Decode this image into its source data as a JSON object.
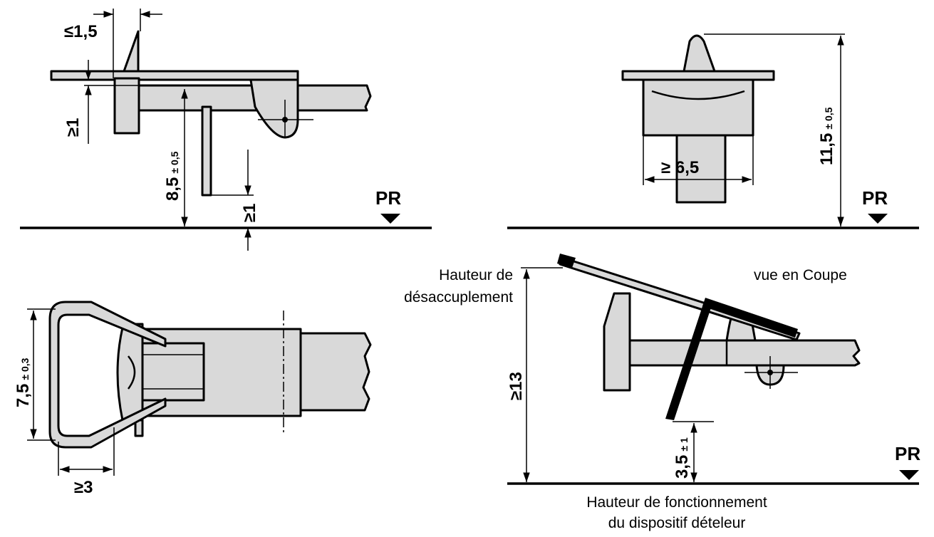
{
  "reference_symbol": "PR",
  "top_left": {
    "dim_top": "≤1,5",
    "dim_left": "≥1",
    "dim_height_main": "8,5",
    "dim_height_tol": "± 0,5",
    "dim_bottom": "≥1"
  },
  "top_right": {
    "dim_height_main": "11,5",
    "dim_height_tol": "± 0,5",
    "dim_width": "≥ 6,5"
  },
  "bottom_left": {
    "dim_height_main": "7,5",
    "dim_height_tol": "± 0,3",
    "dim_width": "≥3"
  },
  "bottom_right": {
    "label_uncoupling_1": "Hauteur de",
    "label_uncoupling_2": "désaccuplement",
    "label_section": "vue en Coupe",
    "dim_height": "≥13",
    "dim_small_main": "3,5",
    "dim_small_tol": "± 1",
    "caption_1": "Hauteur de fonctionnement",
    "caption_2": "du dispositif dételeur"
  }
}
